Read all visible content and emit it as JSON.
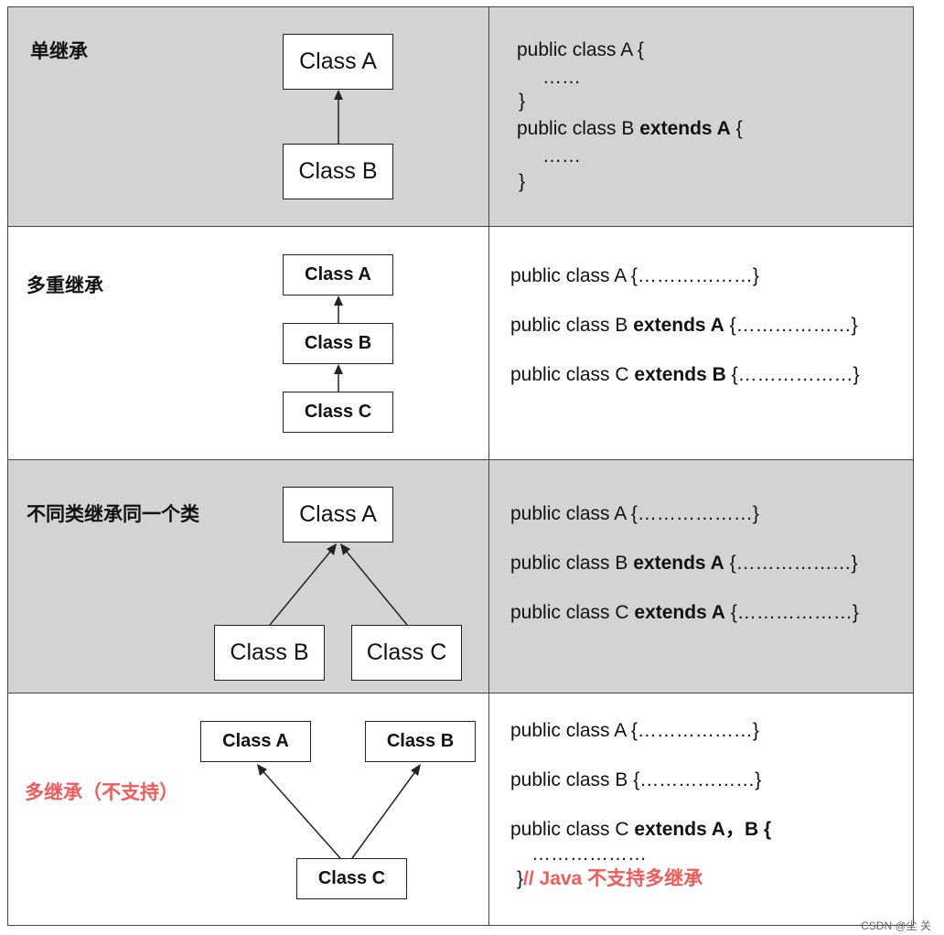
{
  "rows": [
    {
      "label": "单继承",
      "classes": [
        "Class A",
        "Class B"
      ],
      "code": [
        {
          "plain": "public class A {"
        },
        {
          "plain": "……"
        },
        {
          "plain": "}"
        },
        {
          "plain": "public class B ",
          "bold": "extends A",
          "tail": " {"
        },
        {
          "plain": "……"
        },
        {
          "plain": "}"
        }
      ]
    },
    {
      "label": "多重继承",
      "classes": [
        "Class A",
        "Class B",
        "Class C"
      ],
      "code": [
        {
          "plain": "public class A {………………}"
        },
        {
          "plain": "public class B ",
          "bold": "extends A",
          "tail": " {………………}"
        },
        {
          "plain": "public class C ",
          "bold": "extends B",
          "tail": " {………………}"
        }
      ]
    },
    {
      "label": "不同类继承同一个类",
      "classes": [
        "Class A",
        "Class B",
        "Class C"
      ],
      "code": [
        {
          "plain": "public class A {………………}"
        },
        {
          "plain": "public class B ",
          "bold": "extends A",
          "tail": " {………………}"
        },
        {
          "plain": "public class C ",
          "bold": "extends A",
          "tail": " {………………}"
        }
      ]
    },
    {
      "label": "多继承（不支持）",
      "classes": [
        "Class A",
        "Class B",
        "Class C"
      ],
      "code": [
        {
          "plain": "public class A {………………}"
        },
        {
          "plain": "public class B {………………}"
        },
        {
          "plain": "public class C ",
          "bold": "extends A，B {"
        },
        {
          "plain": "………………"
        },
        {
          "plain": "}",
          "comment": "// Java 不支持多继承"
        }
      ]
    }
  ],
  "watermark": "CSDN @尘 关",
  "colors": {
    "gray_row": "#d3d3d3",
    "accent_red": "#f05a5a"
  }
}
